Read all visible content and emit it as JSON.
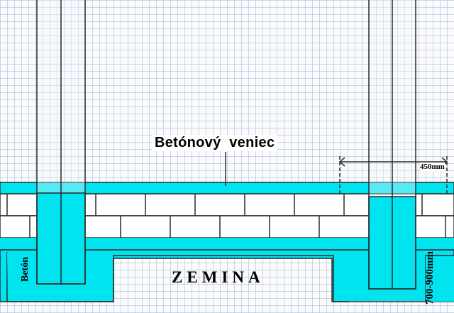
{
  "labels": {
    "ring_beam": "Betónový  veniec",
    "soil": "ZEMINA",
    "concrete": "Betón",
    "width_dim": "450mm",
    "depth_dim": "700-900mm"
  },
  "colors": {
    "concrete_fill": "#00e4f0",
    "brick_fill": "#ffffff",
    "outline": "#2a2a2a",
    "grid_line": "#a0b9d2",
    "post_fill": "#f3f7fb"
  }
}
